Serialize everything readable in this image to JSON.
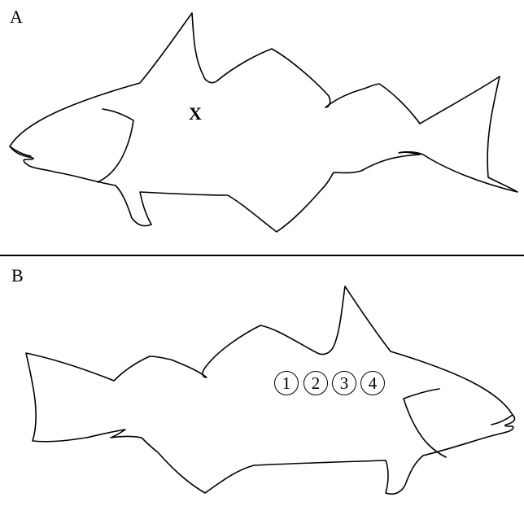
{
  "panels": [
    {
      "label": "A",
      "marker": "X"
    },
    {
      "label": "B",
      "positions": [
        "1",
        "2",
        "3",
        "4"
      ]
    }
  ]
}
